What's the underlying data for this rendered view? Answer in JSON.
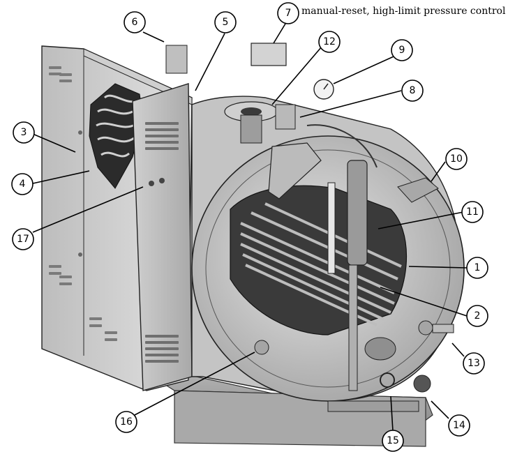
{
  "caption_7": "manual-reset, high-limit pressure control",
  "callouts": [
    "1",
    "2",
    "3",
    "4",
    "5",
    "6",
    "7",
    "8",
    "9",
    "10",
    "11",
    "12",
    "13",
    "14",
    "15",
    "16",
    "17"
  ],
  "colors": {
    "ink": "#1a1a1a",
    "metal_light": "#d8d8d8",
    "metal_mid": "#b7b7b7",
    "metal_dark": "#8a8a8a",
    "shadow": "#555555"
  }
}
